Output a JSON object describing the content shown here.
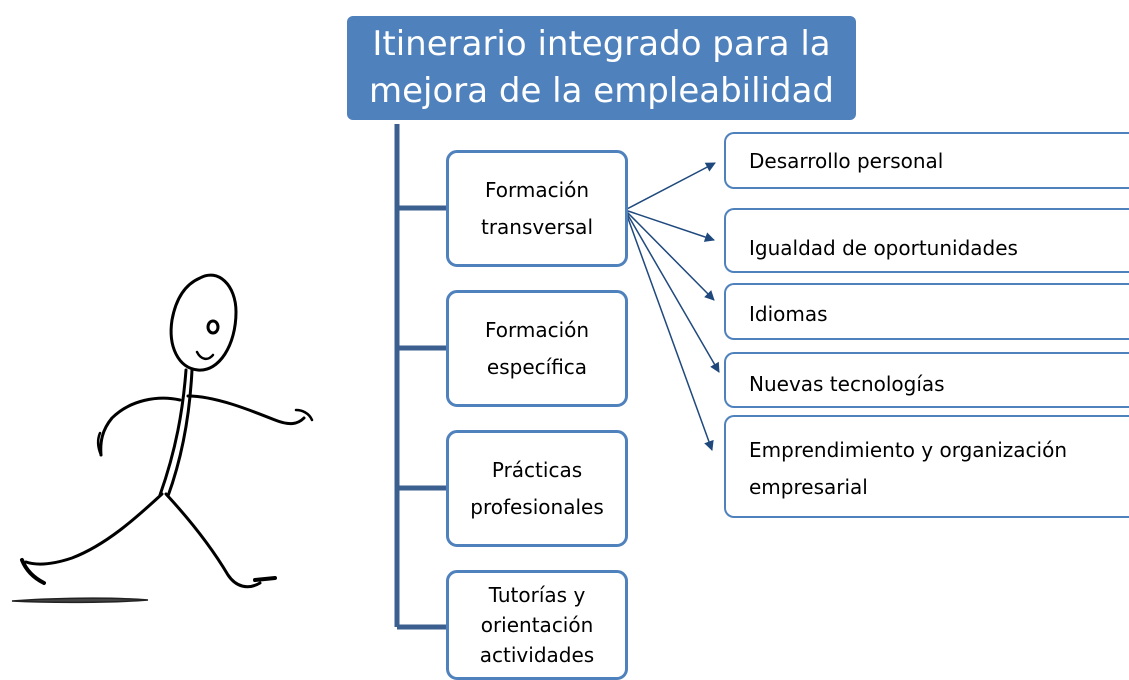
{
  "diagram": {
    "title": "Itinerario integrado para la mejora de la empleabilidad",
    "categories": [
      {
        "label": "Formación transversal"
      },
      {
        "label": "Formación específica"
      },
      {
        "label": "Prácticas profesionales"
      },
      {
        "label": "Tutorías y orientación actividades"
      }
    ],
    "subitems": [
      {
        "label": "Desarrollo personal"
      },
      {
        "label": "Igualdad de oportunidades"
      },
      {
        "label": "Idiomas"
      },
      {
        "label": "Nuevas tecnologías"
      },
      {
        "label": "Emprendimiento y organización empresarial"
      }
    ]
  },
  "colors": {
    "accent": "#4f81bd",
    "connector": "#3b5f8f",
    "arrow": "#1f497d",
    "figure": "#000000"
  },
  "icons": {
    "figure": "running-stick-figure-icon"
  }
}
